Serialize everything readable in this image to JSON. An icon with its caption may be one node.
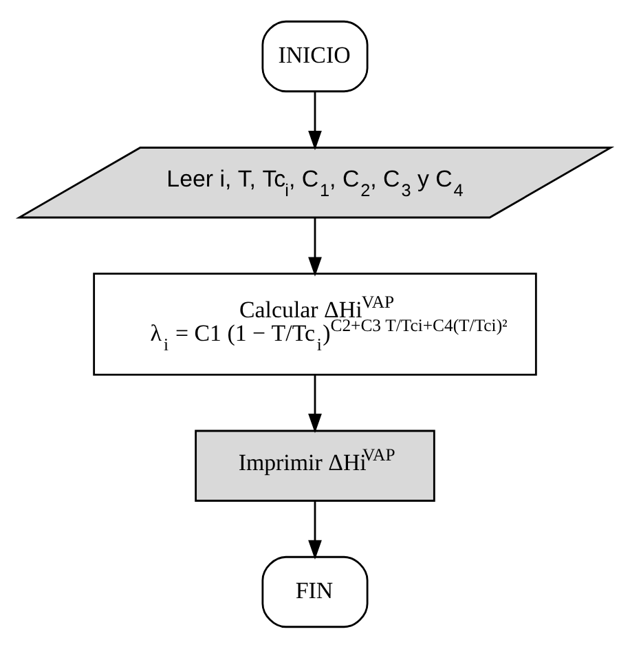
{
  "diagram": {
    "nodes": [
      {
        "text": [
          "INICIO"
        ]
      },
      {
        "text": [
          "Leer i, T, Tc$_{i}$, C$_{1}$, C$_{2}$, C$_{3}$ y C$_{4}$"
        ]
      },
      {
        "text": [
          "Calcular ΔHi$^{VAP}$",
          "λ$_{i}$ = C1 (1 − T/Tc$_{i}$)$^{C2+C3 T/Tci+C4(T/Tci)²}$"
        ]
      },
      {
        "text": [
          "Imprimir ΔHi$^{VAP}$"
        ]
      },
      {
        "text": [
          "FIN"
        ]
      }
    ],
    "edges": [
      {
        "from": 0,
        "to": 1,
        "arrow": "to"
      },
      {
        "from": 1,
        "to": 2,
        "arrow": "to"
      },
      {
        "from": 2,
        "to": 3,
        "arrow": "to"
      },
      {
        "from": 3,
        "to": 4,
        "arrow": "to"
      }
    ]
  }
}
